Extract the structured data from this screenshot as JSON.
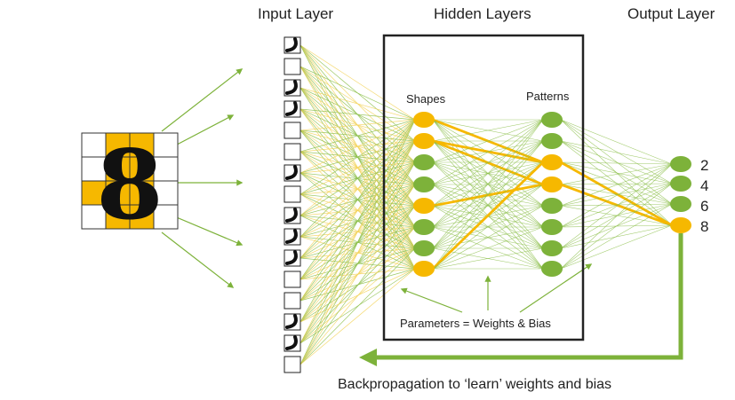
{
  "titles": {
    "input_layer": "Input Layer",
    "hidden_layers": "Hidden Layers",
    "output_layer": "Output Layer"
  },
  "hidden": {
    "shapes_label": "Shapes",
    "patterns_label": "Patterns",
    "parameters_label": "Parameters = Weights & Bias"
  },
  "output": {
    "labels": [
      "2",
      "4",
      "6",
      "8"
    ],
    "active_index": 3
  },
  "input_image": {
    "digit": "8",
    "grid_rows": 4,
    "grid_cols": 4,
    "highlighted_cells": [
      [
        0,
        1
      ],
      [
        0,
        2
      ],
      [
        1,
        1
      ],
      [
        1,
        2
      ],
      [
        2,
        0
      ],
      [
        2,
        1
      ],
      [
        2,
        2
      ],
      [
        3,
        1
      ],
      [
        3,
        2
      ]
    ]
  },
  "input_cells": {
    "count": 16,
    "filled_indices": [
      0,
      2,
      3,
      6,
      8,
      9,
      10,
      13,
      14
    ]
  },
  "footer": {
    "backprop_caption": "Backpropagation to ‘learn’ weights and bias"
  },
  "colors": {
    "orange": "#f6b800",
    "green": "#7db23a",
    "line_green": "#8cbf4a",
    "line_yellow": "#f3d35a",
    "box": "#222222"
  }
}
